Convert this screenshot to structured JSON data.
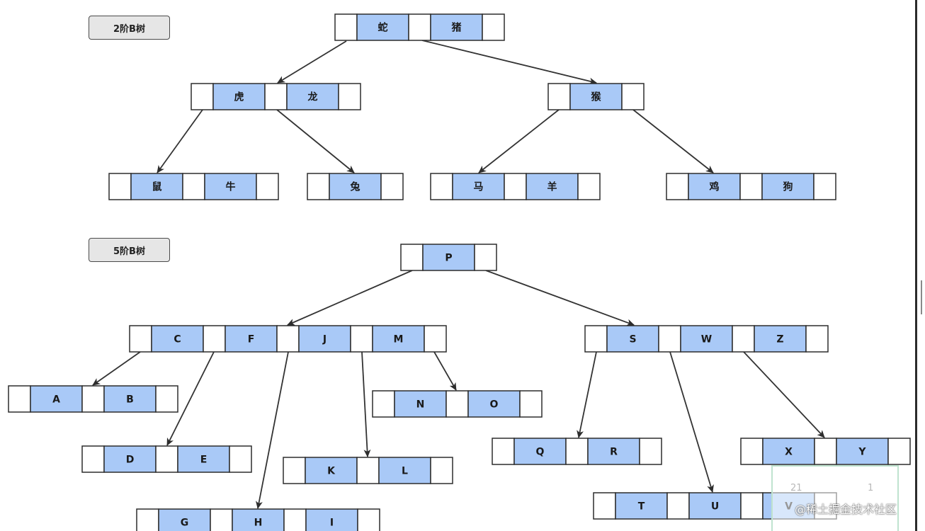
{
  "labels": {
    "order2": "2阶B树",
    "order5": "5阶B树"
  },
  "colors": {
    "key_fill": "#a9c9f7",
    "pointer_fill": "#ffffff",
    "stroke": "#2d2d2d",
    "label_fill": "#e6e6e6",
    "edge": "#333333"
  },
  "trees": [
    {
      "name": "2阶B树",
      "nodes": [
        {
          "id": "n1",
          "keys": [
            "蛇",
            "猪"
          ]
        },
        {
          "id": "n2",
          "keys": [
            "虎",
            "龙"
          ]
        },
        {
          "id": "n3",
          "keys": [
            "猴"
          ]
        },
        {
          "id": "n4",
          "keys": [
            "鼠",
            "牛"
          ]
        },
        {
          "id": "n5",
          "keys": [
            "兔"
          ]
        },
        {
          "id": "n6",
          "keys": [
            "马",
            "羊"
          ]
        },
        {
          "id": "n7",
          "keys": [
            "鸡",
            "狗"
          ]
        }
      ],
      "edges": [
        [
          "n1",
          "n2"
        ],
        [
          "n1",
          "n3"
        ],
        [
          "n2",
          "n4"
        ],
        [
          "n2",
          "n5"
        ],
        [
          "n3",
          "n6"
        ],
        [
          "n3",
          "n7"
        ]
      ]
    },
    {
      "name": "5阶B树",
      "nodes": [
        {
          "id": "p",
          "keys": [
            "P"
          ]
        },
        {
          "id": "cfjm",
          "keys": [
            "C",
            "F",
            "J",
            "M"
          ]
        },
        {
          "id": "swz",
          "keys": [
            "S",
            "W",
            "Z"
          ]
        },
        {
          "id": "ab",
          "keys": [
            "A",
            "B"
          ]
        },
        {
          "id": "de",
          "keys": [
            "D",
            "E"
          ]
        },
        {
          "id": "ghi",
          "keys": [
            "G",
            "H",
            "I"
          ]
        },
        {
          "id": "kl",
          "keys": [
            "K",
            "L"
          ]
        },
        {
          "id": "no",
          "keys": [
            "N",
            "O"
          ]
        },
        {
          "id": "qr",
          "keys": [
            "Q",
            "R"
          ]
        },
        {
          "id": "tuv",
          "keys": [
            "T",
            "U",
            "V"
          ]
        },
        {
          "id": "xy",
          "keys": [
            "X",
            "Y"
          ]
        }
      ],
      "edges": [
        [
          "p",
          "cfjm"
        ],
        [
          "p",
          "swz"
        ],
        [
          "cfjm",
          "ab"
        ],
        [
          "cfjm",
          "de"
        ],
        [
          "cfjm",
          "ghi"
        ],
        [
          "cfjm",
          "kl"
        ],
        [
          "cfjm",
          "no"
        ],
        [
          "swz",
          "qr"
        ],
        [
          "swz",
          "tuv"
        ],
        [
          "swz",
          "xy"
        ]
      ]
    }
  ],
  "overlay": {
    "num_left": "21",
    "num_right": "1",
    "watermark": "@稀土掘金技术社区"
  }
}
